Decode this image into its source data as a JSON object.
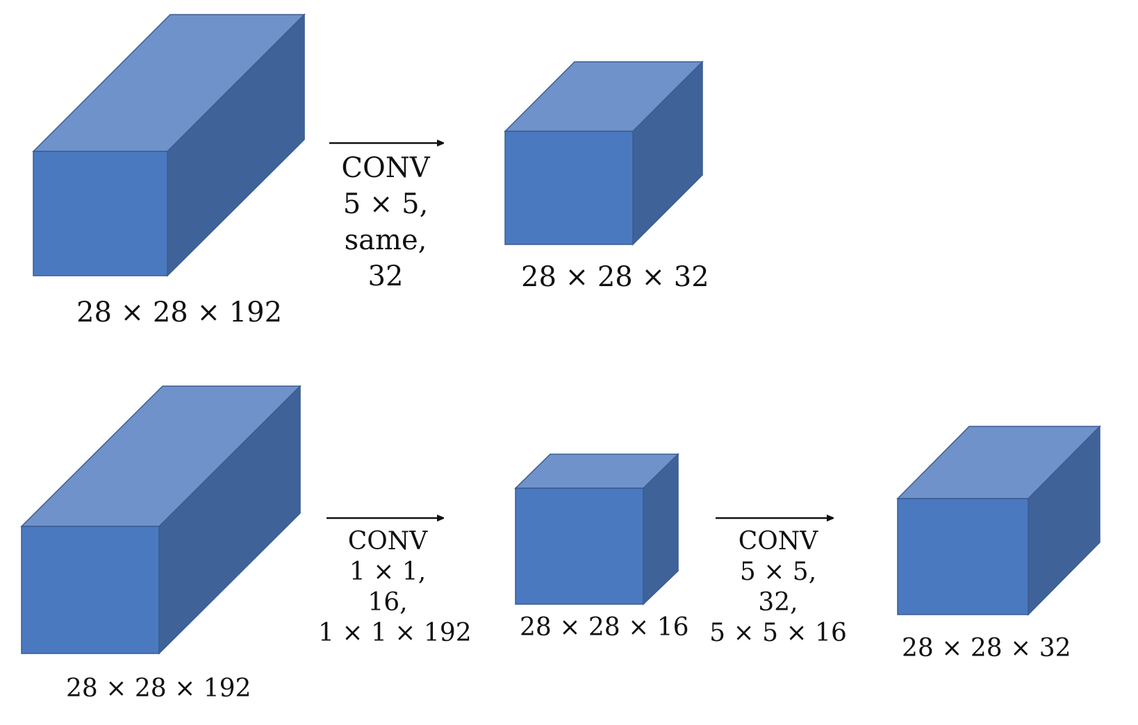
{
  "colors": {
    "front": "#4a79bf",
    "top": "#7092cb",
    "side": "#3f6399",
    "edge": "#3a5c92",
    "arrow": "#111111"
  },
  "top_row": {
    "input_volume": {
      "label": "28 × 28 × 192"
    },
    "conv_op": {
      "lines": [
        "CONV",
        "5 × 5,",
        "same,",
        "32"
      ]
    },
    "output_volume": {
      "label": "28 × 28 × 32"
    }
  },
  "bottom_row": {
    "input_volume": {
      "label": "28 × 28 × 192"
    },
    "conv_op_1": {
      "lines": [
        "CONV",
        "1 × 1,",
        "16,",
        "1 × 1 × 192"
      ]
    },
    "middle_volume": {
      "label": "28 × 28 × 16"
    },
    "conv_op_2": {
      "lines": [
        "CONV",
        "5 × 5,",
        "32,",
        "5 × 5 × 16"
      ]
    },
    "output_volume": {
      "label": "28 × 28 × 32"
    }
  }
}
